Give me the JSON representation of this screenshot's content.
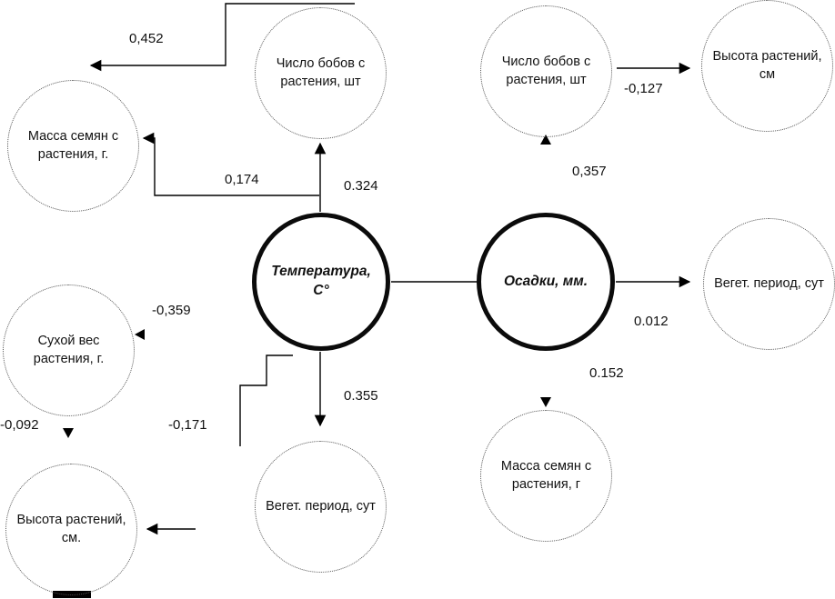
{
  "diagram": {
    "central": {
      "temperature": "Температура, С°",
      "precipitation": "Осадки, мм."
    },
    "satellites": {
      "beans_top_left": "Число бобов с растения, шт",
      "seed_mass_left": "Масса семян с растения, г.",
      "dry_weight_left": "Сухой вес растения, г.",
      "plant_height_bottom_left": "Высота растений, см.",
      "veget_period_bottom": "Вегет. период, сут",
      "beans_top_right": "Число бобов с растения, шт",
      "plant_height_top_right": "Высота растений, см",
      "veget_period_right": "Вегет. период, сут",
      "seed_mass_bottom_right": "Масса семян с растения, г"
    },
    "coefficients": {
      "c_0452": "0,452",
      "c_0174": "0,174",
      "c_0324": "0.324",
      "c_m0127": "-0,127",
      "c_0357": "0,357",
      "c_m0359": "-0,359",
      "c_0012": "0.012",
      "c_0355": "0.355",
      "c_0152": "0.152",
      "c_m0171": "-0,171",
      "c_m0092": "-0,092"
    },
    "colors": {
      "line": "#000000",
      "node_border": "#555555",
      "central_border": "#0b0b0b"
    }
  }
}
